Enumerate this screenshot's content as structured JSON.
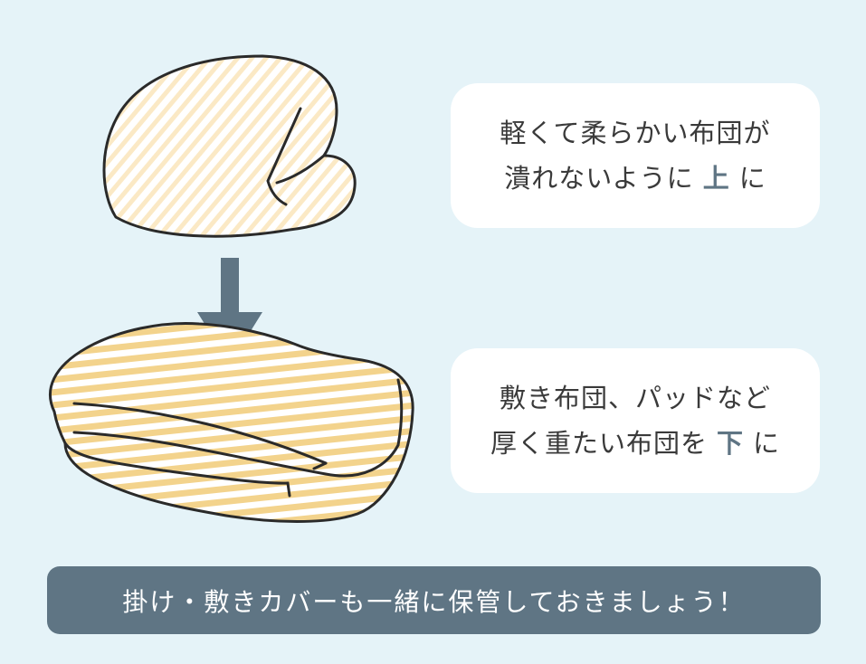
{
  "bubble_top": {
    "line1": "軽くて柔らかい布団が",
    "line2_prefix": "潰れないように",
    "highlight": "上",
    "line2_suffix": "に"
  },
  "bubble_bottom": {
    "line1": "敷き布団、パッドなど",
    "line2_prefix": "厚く重たい布団を",
    "highlight": "下",
    "line2_suffix": "に"
  },
  "banner": {
    "text": "掛け・敷きカバーも一緒に保管しておきましょう！"
  },
  "colors": {
    "background": "#e5f3f8",
    "arrow": "#5f7584",
    "banner": "#5f7584",
    "stripe_light": "#fbe9c5",
    "stripe_dark": "#f3d38c",
    "outline": "#2a2a2a"
  }
}
